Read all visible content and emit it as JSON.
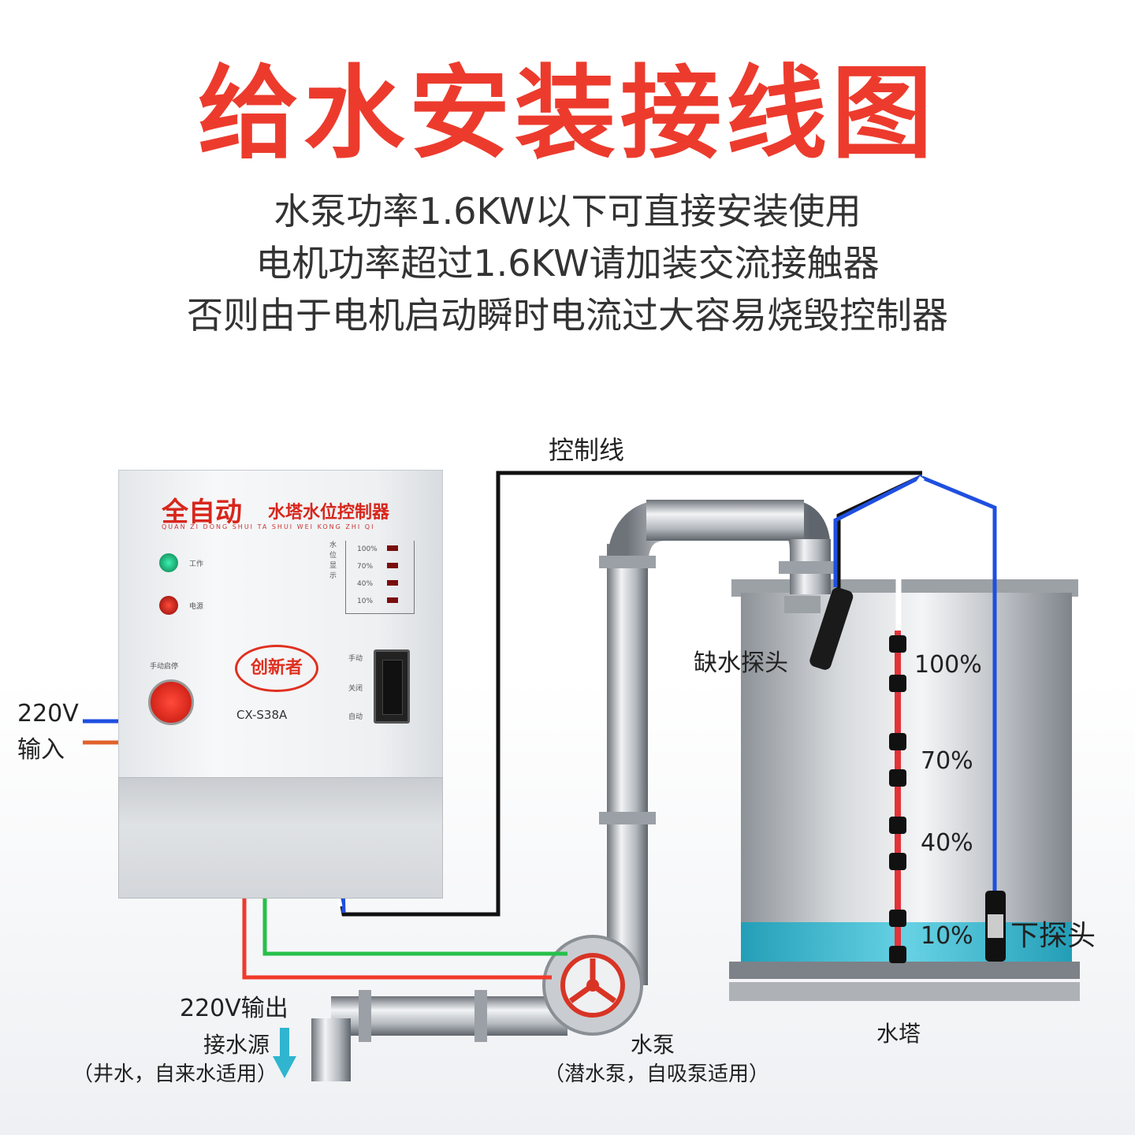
{
  "header": {
    "title": "给水安装接线图",
    "lines": [
      "水泵功率1.6KW以下可直接安装使用",
      "电机功率超过1.6KW请加装交流接触器",
      "否则由于电机启动瞬时电流过大容易烧毁控制器"
    ]
  },
  "controller": {
    "brand_big": "全自动",
    "brand_small": "水塔水位控制器",
    "brand_pinyin": "QUAN ZI DONG SHUI TA SHUI WEI KONG ZHI QI",
    "work_label": "工作",
    "power_label": "电源",
    "reset_label": "手动启停",
    "logo": "创新者",
    "model": "CX-S38A",
    "level_title": "水位显示",
    "levels": [
      "100%",
      "70%",
      "40%",
      "10%"
    ],
    "switch_labels": [
      "手动",
      "关闭",
      "自动"
    ]
  },
  "labels": {
    "control_wire": "控制线",
    "input_voltage": "220V",
    "input_word": "输入",
    "output": "220V输出",
    "source": "接水源",
    "source_note": "（井水，自来水适用）",
    "pump": "水泵",
    "pump_note": "（潜水泵，自吸泵适用）",
    "tower": "水塔",
    "shortage_probe": "缺水探头",
    "lower_probe": "下探头"
  },
  "tank_levels": [
    "100%",
    "70%",
    "40%",
    "10%"
  ],
  "colors": {
    "title": "#ec3b2d",
    "wire_black": "#111111",
    "wire_blue": "#1f4fe0",
    "wire_red": "#f0392b",
    "wire_green": "#27c04a",
    "wire_orange": "#e0622a",
    "water": "#2fb5cf"
  }
}
